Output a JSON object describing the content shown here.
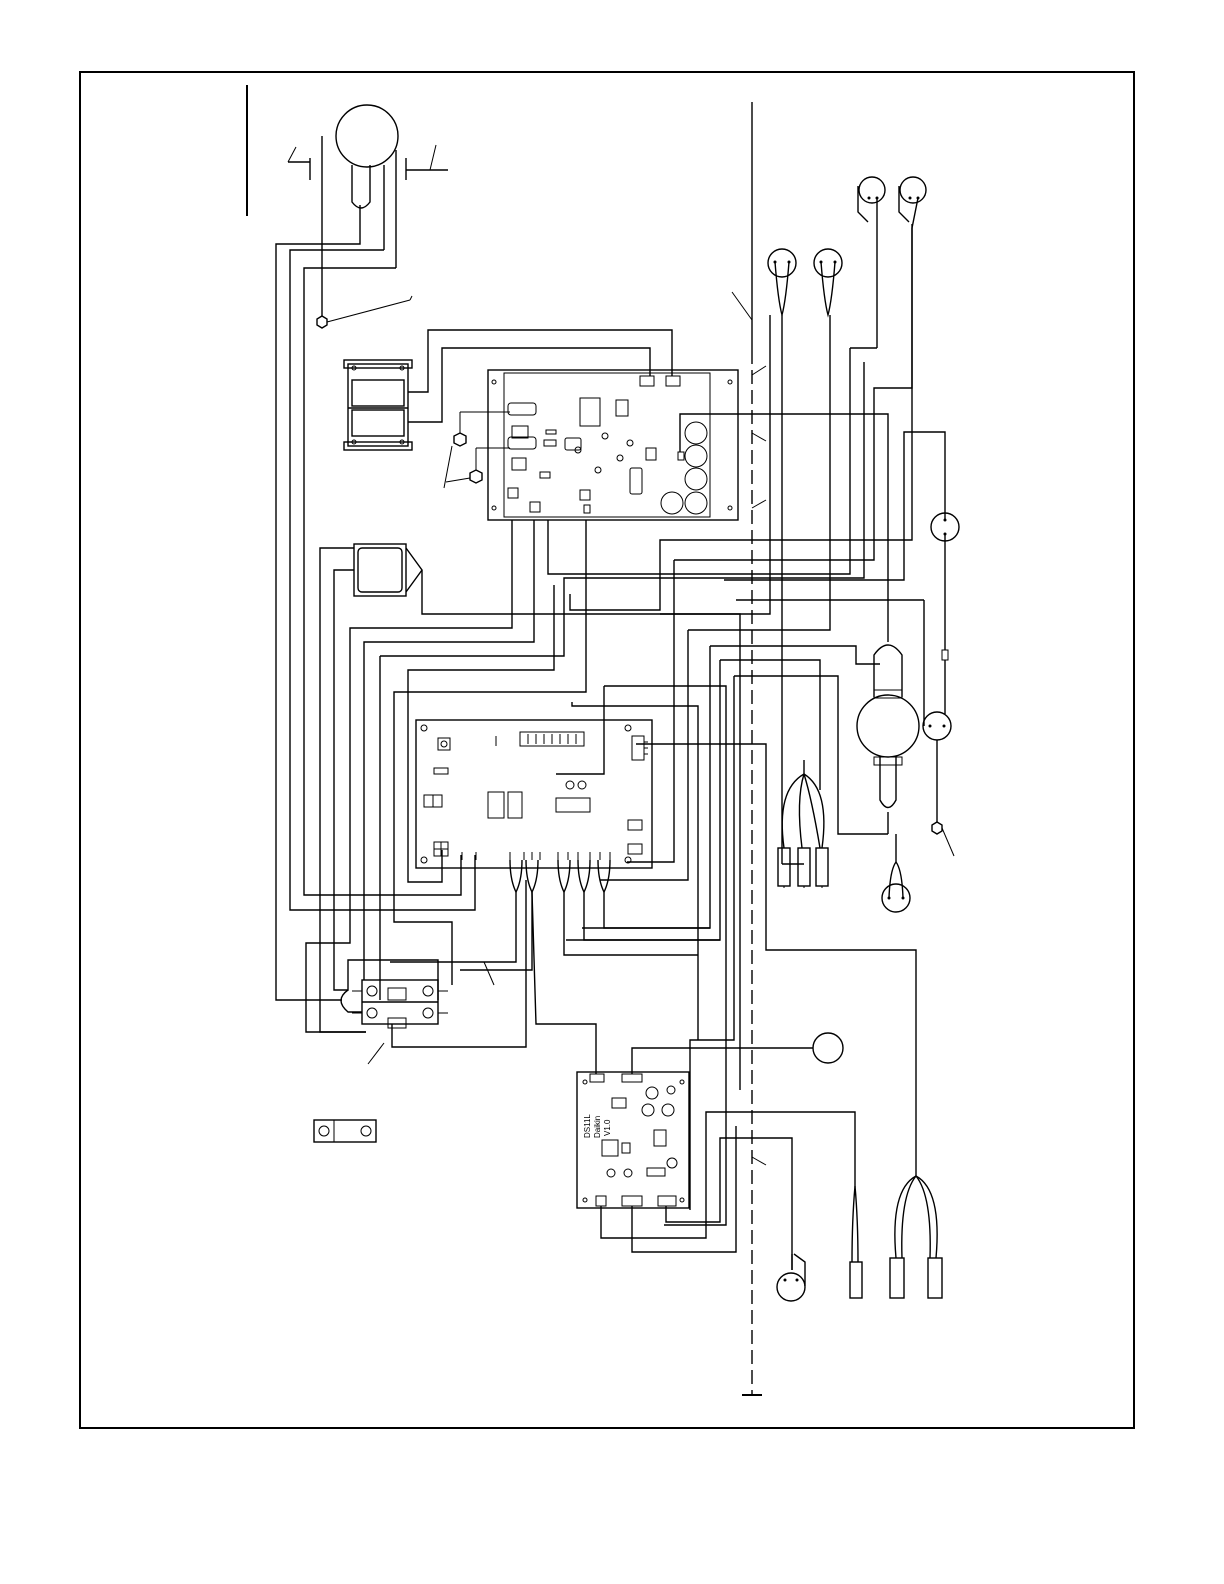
{
  "diagram": {
    "board_silkscreen": {
      "line1": "DS11L",
      "line2": "Daikin",
      "line3": "V1.0"
    },
    "colors": {
      "line": "#000000",
      "background": "#ffffff"
    }
  }
}
